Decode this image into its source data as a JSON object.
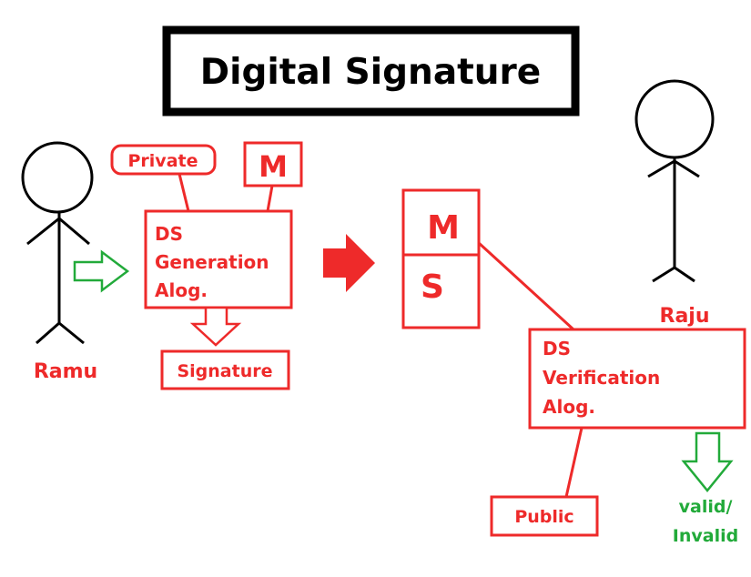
{
  "title": "Digital Signature",
  "sender": {
    "name": "Ramu"
  },
  "receiver": {
    "name": "Raju"
  },
  "private_key": "Private",
  "message": "M",
  "generation": {
    "line1": "DS",
    "line2": "Generation",
    "line3": "Alog."
  },
  "signature": "Signature",
  "packet": {
    "message": "M",
    "signature": "S"
  },
  "verification": {
    "line1": "DS",
    "line2": "Verification",
    "line3": "Alog."
  },
  "public_key": "Public",
  "result": {
    "line1": "valid/",
    "line2": "Invalid"
  },
  "colors": {
    "red": "#ee2a2a",
    "green": "#22aa3a",
    "black": "#000000"
  }
}
